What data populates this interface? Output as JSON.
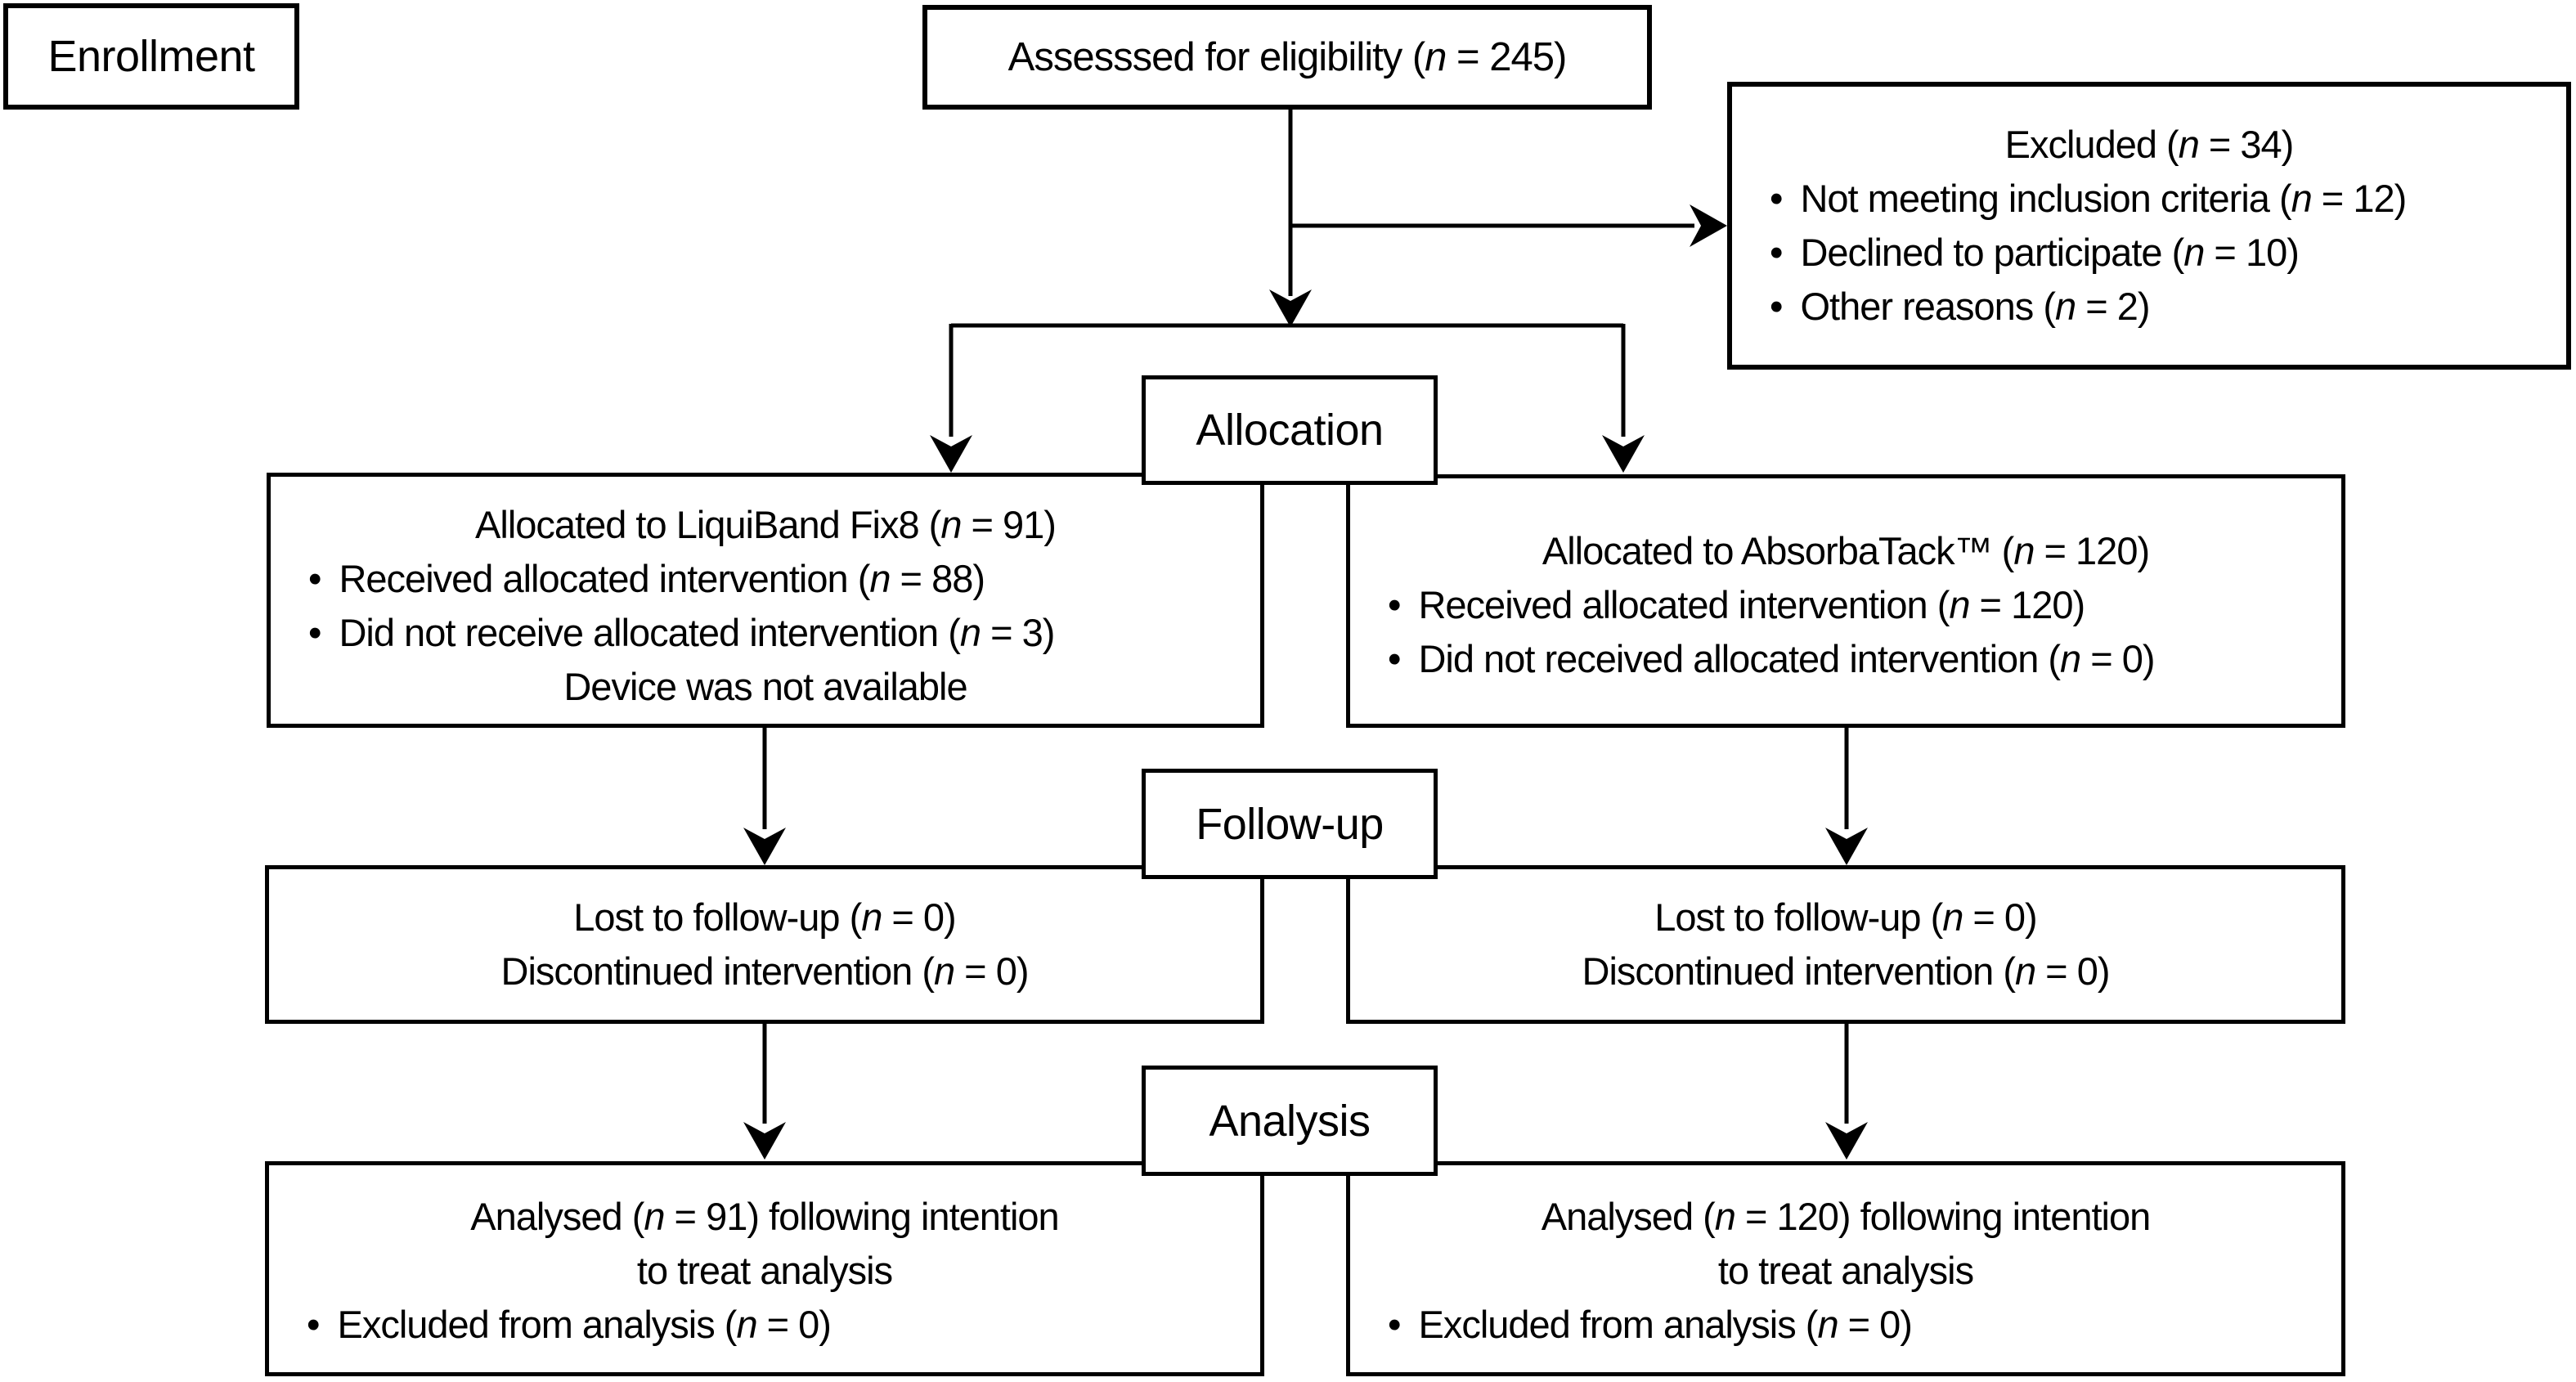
{
  "figure": {
    "kind": "CONSORT flow diagram",
    "background_color": "#ffffff",
    "line_color": "#000000",
    "text_color": "#000000"
  },
  "stages": {
    "enrollment": "Enrollment",
    "allocation": "Allocation",
    "followup": "Follow-up",
    "analysis": "Analysis"
  },
  "enrollment": {
    "assessed": "Assesssed for eligibility (n = 245)",
    "excluded": {
      "title": "Excluded (n = 34)",
      "items": [
        "Not meeting inclusion criteria (n = 12)",
        "Declined to participate (n = 10)",
        "Other reasons (n = 2)"
      ]
    }
  },
  "allocation": {
    "left": {
      "title": "Allocated to LiquiBand Fix8 (n = 91)",
      "items": [
        "Received allocated intervention (n = 88)",
        "Did not receive allocated intervention (n = 3)"
      ],
      "note": "Device was not available"
    },
    "right": {
      "title": "Allocated to AbsorbaTack™ (n = 120)",
      "items": [
        "Received allocated intervention (n = 120)",
        "Did not received allocated intervention (n = 0)"
      ]
    }
  },
  "followup": {
    "left": {
      "line1": "Lost to follow-up (n = 0)",
      "line2": "Discontinued intervention (n = 0)"
    },
    "right": {
      "line1": "Lost to follow-up (n = 0)",
      "line2": "Discontinued intervention (n = 0)"
    }
  },
  "analysis": {
    "left": {
      "line1": "Analysed (n = 91) following intention",
      "line2": "to treat analysis",
      "items": [
        "Excluded from analysis (n = 0)"
      ]
    },
    "right": {
      "line1": "Analysed (n = 120) following intention",
      "line2": "to treat analysis",
      "items": [
        "Excluded from analysis (n = 0)"
      ]
    }
  },
  "glyphs": {
    "bullet": "•"
  }
}
